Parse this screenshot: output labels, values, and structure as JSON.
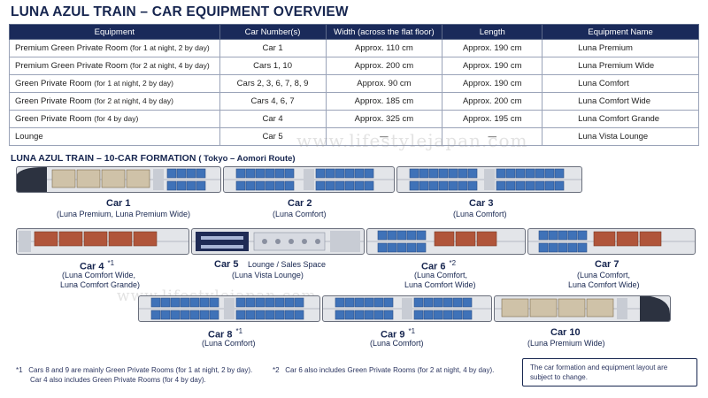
{
  "title": "LUNA AZUL TRAIN – CAR EQUIPMENT OVERVIEW",
  "table": {
    "headers": [
      "Equipment",
      "Car Number(s)",
      "Width (across the flat floor)",
      "Length",
      "Equipment Name"
    ],
    "rows": [
      {
        "equipment": "Premium Green Private Room",
        "detail": "(for 1 at night, 2 by day)",
        "cars": "Car 1",
        "width": "Approx. 110 cm",
        "length": "Approx. 190 cm",
        "name": "Luna Premium"
      },
      {
        "equipment": "Premium Green Private Room",
        "detail": "(for 2 at night, 4 by day)",
        "cars": "Cars 1, 10",
        "width": "Approx. 200 cm",
        "length": "Approx. 190 cm",
        "name": "Luna Premium Wide"
      },
      {
        "equipment": "Green Private Room",
        "detail": "(for 1 at night, 2 by day)",
        "cars": "Cars 2, 3, 6, 7, 8, 9",
        "width": "Approx. 90 cm",
        "length": "Approx. 190 cm",
        "name": "Luna Comfort"
      },
      {
        "equipment": "Green Private Room",
        "detail": "(for 2 at night, 4 by day)",
        "cars": "Cars 4, 6, 7",
        "width": "Approx. 185 cm",
        "length": "Approx. 200 cm",
        "name": "Luna Comfort Wide"
      },
      {
        "equipment": "Green Private Room",
        "detail": "(for 4 by day)",
        "cars": "Car 4",
        "width": "Approx. 325 cm",
        "length": "Approx. 195 cm",
        "name": "Luna Comfort Grande"
      },
      {
        "equipment": "Lounge",
        "detail": "",
        "cars": "Car 5",
        "width": "—",
        "length": "—",
        "name": "Luna Vista Lounge"
      }
    ]
  },
  "formation": {
    "title": "LUNA AZUL TRAIN – 10-CAR FORMATION",
    "route": "( Tokyo – Aomori Route)",
    "cars": {
      "car1": {
        "label": "Car 1",
        "mark": "",
        "sub1": "(Luna Premium, Luna Premium Wide)",
        "sub2": ""
      },
      "car2": {
        "label": "Car 2",
        "mark": "",
        "sub1": "(Luna Comfort)",
        "sub2": ""
      },
      "car3": {
        "label": "Car 3",
        "mark": "",
        "sub1": "(Luna Comfort)",
        "sub2": ""
      },
      "car4": {
        "label": "Car 4",
        "mark": "*1",
        "sub1": "(Luna Comfort Wide,",
        "sub2": "Luna Comfort Grande)"
      },
      "car5": {
        "label": "Car 5",
        "mark": "",
        "sub1": "(Luna Vista Lounge)",
        "sub2": "",
        "note": "Lounge / Sales Space"
      },
      "car6": {
        "label": "Car 6",
        "mark": "*2",
        "sub1": "(Luna Comfort,",
        "sub2": "Luna Comfort Wide)"
      },
      "car7": {
        "label": "Car 7",
        "mark": "",
        "sub1": "(Luna Comfort,",
        "sub2": "Luna Comfort Wide)"
      },
      "car8": {
        "label": "Car 8",
        "mark": "*1",
        "sub1": "(Luna Comfort)",
        "sub2": ""
      },
      "car9": {
        "label": "Car 9",
        "mark": "*1",
        "sub1": "(Luna Comfort)",
        "sub2": ""
      },
      "car10": {
        "label": "Car 10",
        "mark": "",
        "sub1": "(Luna Premium Wide)",
        "sub2": ""
      }
    }
  },
  "footnotes": {
    "n1_mark": "*1",
    "n1_line1": "Cars 8 and 9 are mainly Green Private Rooms (for 1 at night, 2 by day).",
    "n1_line2": "Car 4 also includes Green Private Rooms (for 4 by day).",
    "n2_mark": "*2",
    "n2_line1": "Car 6 also includes Green Private Rooms (for 2 at night, 4 by day).",
    "note_line1": "The car formation and equipment layout are",
    "note_line2": "subject to change."
  },
  "watermark": "www.lifestylejapan.com",
  "watermark2": "www.lifestylejapan.com",
  "colors": {
    "navy": "#16254f",
    "header": "#1a2a5a",
    "blue_room": "#3f72b8",
    "brown_room": "#b0553a",
    "gray_room": "#c8ccd4"
  }
}
